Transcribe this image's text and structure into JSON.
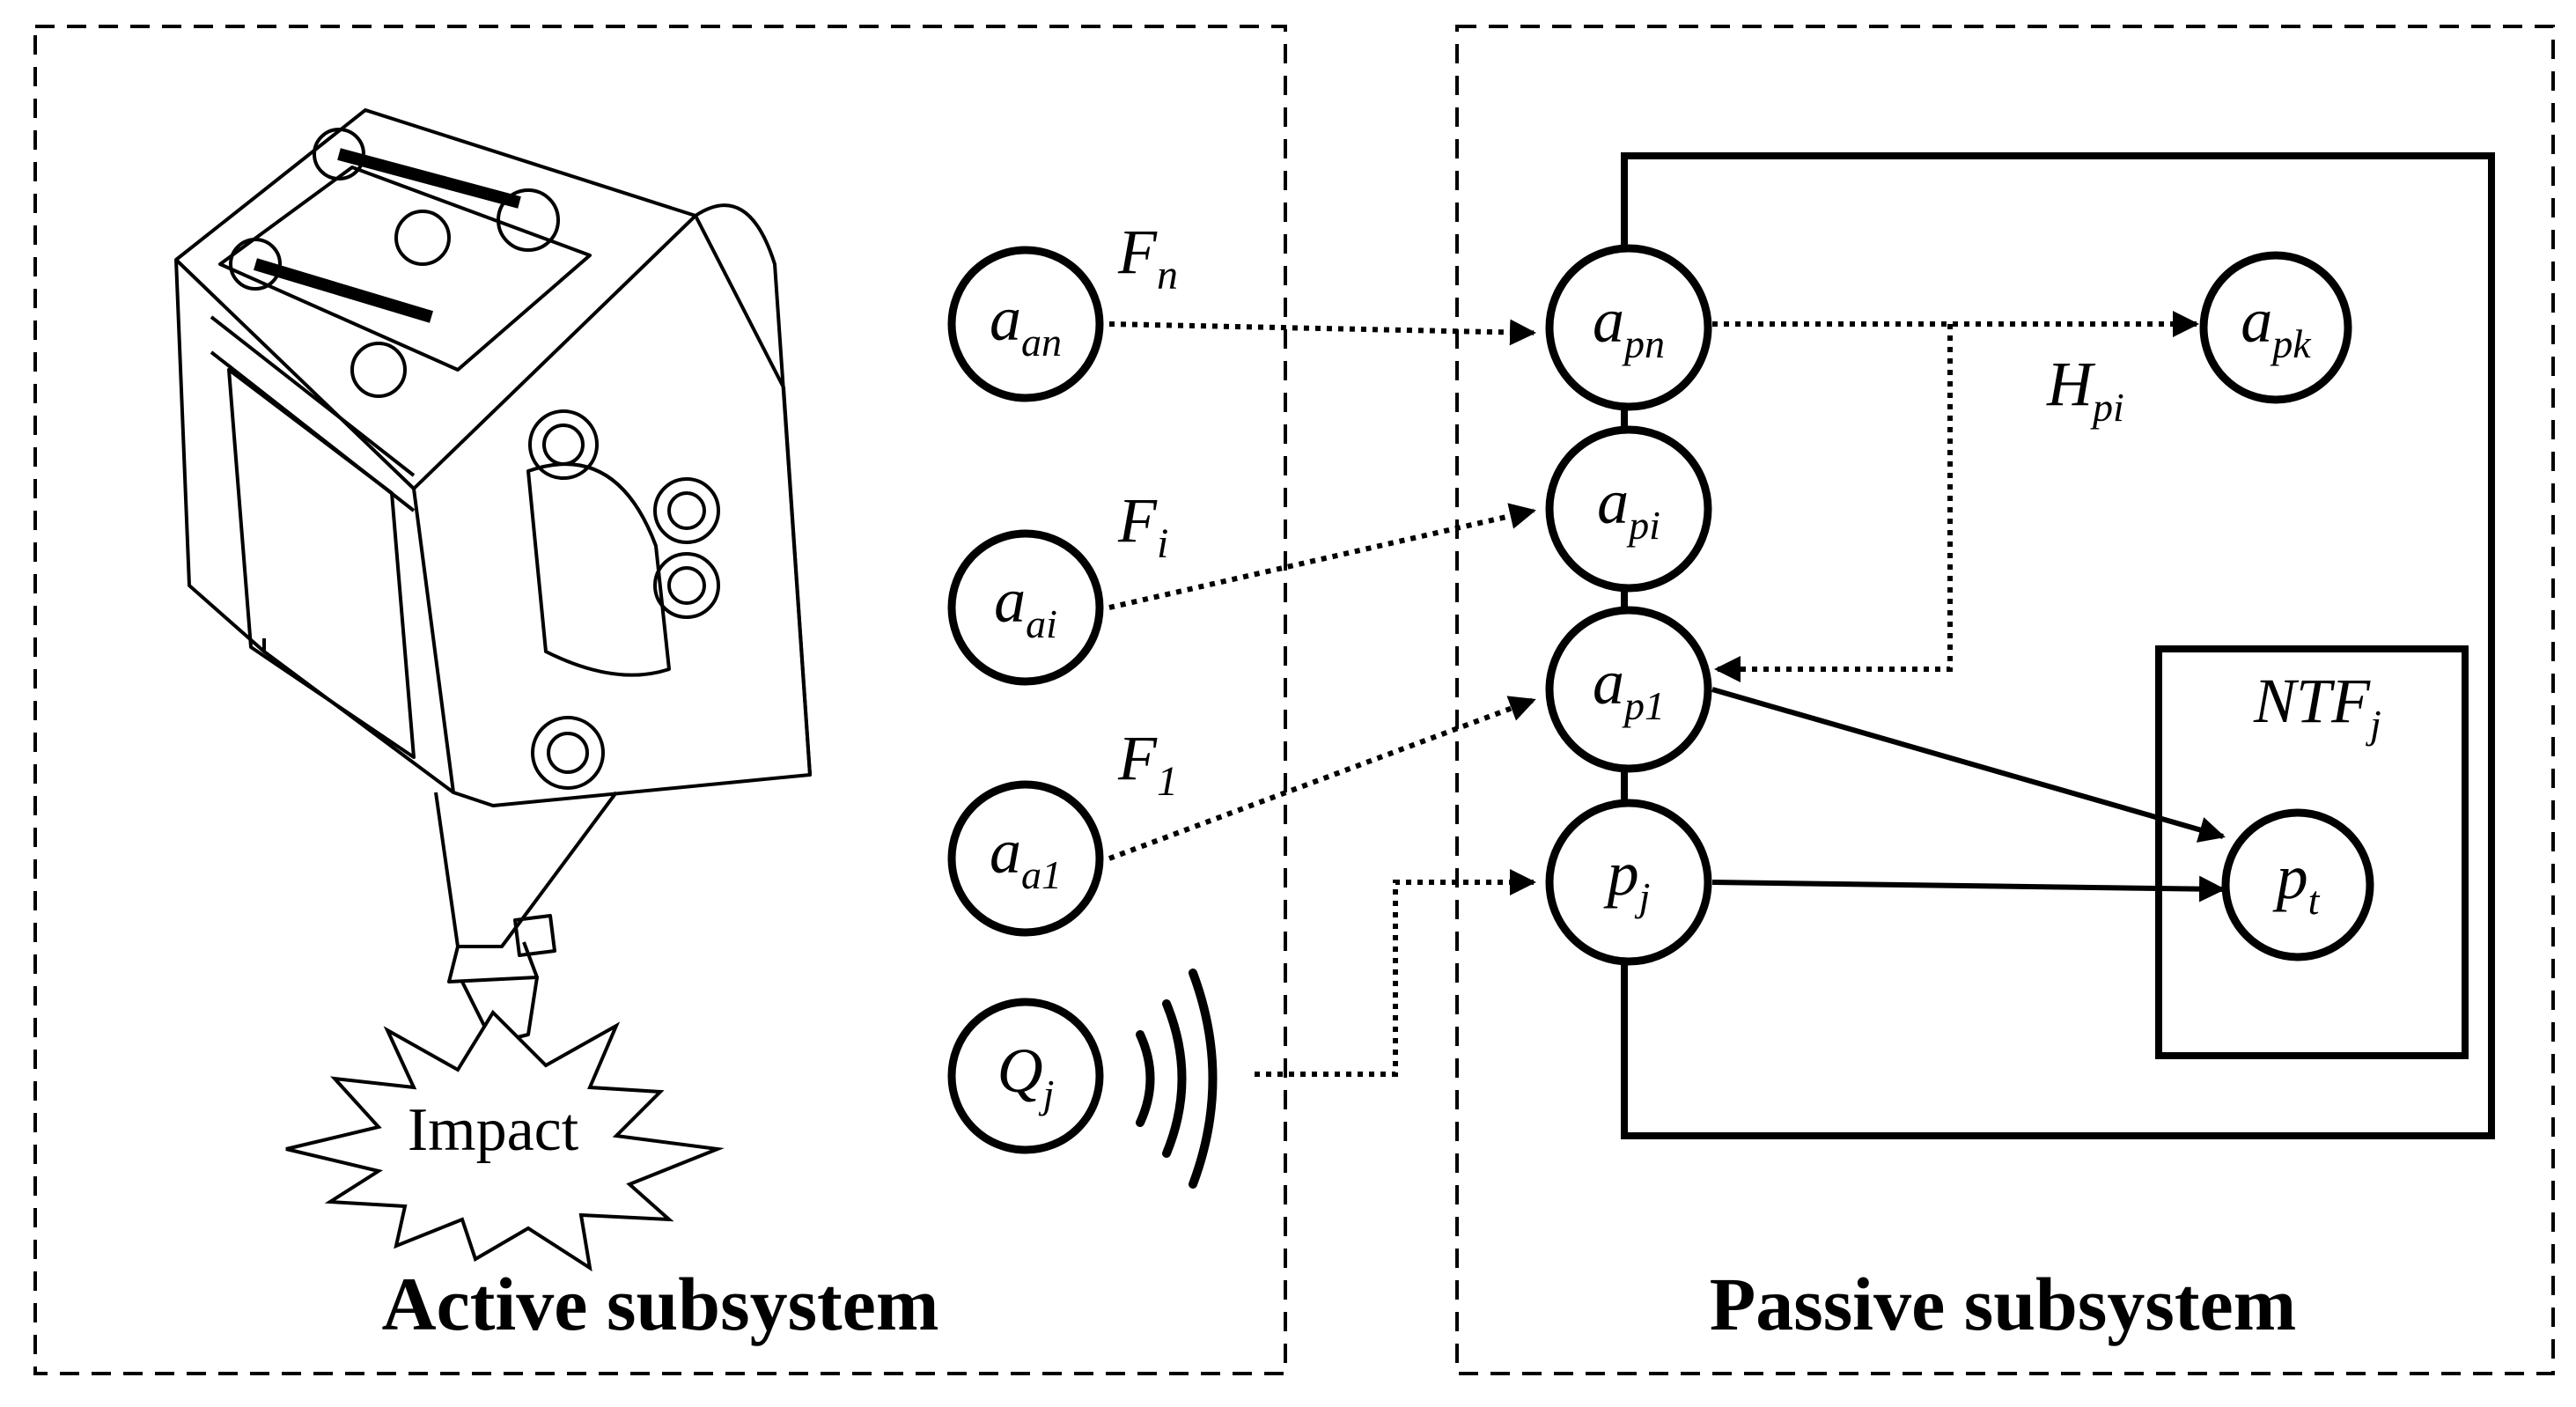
{
  "active_panel": {
    "title": "Active subsystem"
  },
  "passive_panel": {
    "title": "Passive subsystem"
  },
  "impact": {
    "label": "Impact"
  },
  "active_nodes": {
    "a_an": {
      "base": "a",
      "sub": "an"
    },
    "a_ai": {
      "base": "a",
      "sub": "ai"
    },
    "a_a1": {
      "base": "a",
      "sub": "a1"
    },
    "q_j": {
      "base": "Q",
      "sub": "j"
    }
  },
  "forces": {
    "f_n": {
      "base": "F",
      "sub": "n"
    },
    "f_i": {
      "base": "F",
      "sub": "i"
    },
    "f_1": {
      "base": "F",
      "sub": "1"
    }
  },
  "passive_nodes": {
    "a_pn": {
      "base": "a",
      "sub": "pn"
    },
    "a_pi": {
      "base": "a",
      "sub": "pi"
    },
    "a_p1": {
      "base": "a",
      "sub": "p1"
    },
    "p_j": {
      "base": "p",
      "sub": "j"
    },
    "a_pk": {
      "base": "a",
      "sub": "pk"
    },
    "p_t": {
      "base": "p",
      "sub": "t"
    }
  },
  "transfer": {
    "h_pi": {
      "base": "H",
      "sub": "pi"
    },
    "ntf_j": {
      "base": "NTF",
      "sub": "j"
    }
  }
}
